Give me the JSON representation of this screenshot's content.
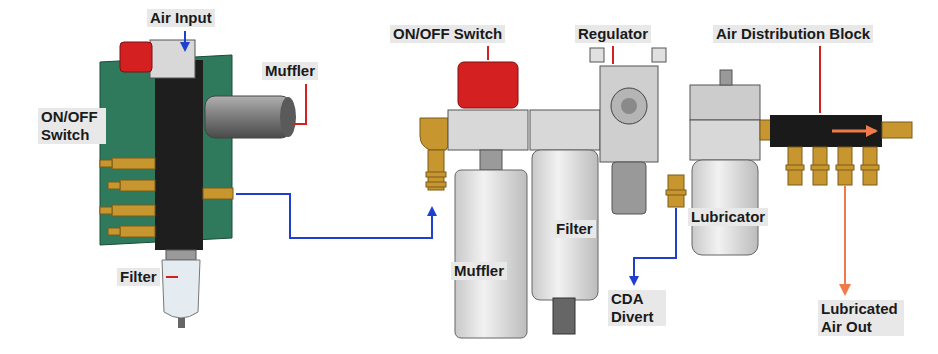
{
  "diagram": {
    "labels": [
      "Air Input",
      "Muffler",
      "ON/OFF Switch",
      "Filter",
      "ON/OFF Switch",
      "Regulator",
      "Air Distribution Block",
      "Filter",
      "Lubricator",
      "Muffler",
      "CDA Divert",
      "Lubricated Air Out"
    ]
  }
}
